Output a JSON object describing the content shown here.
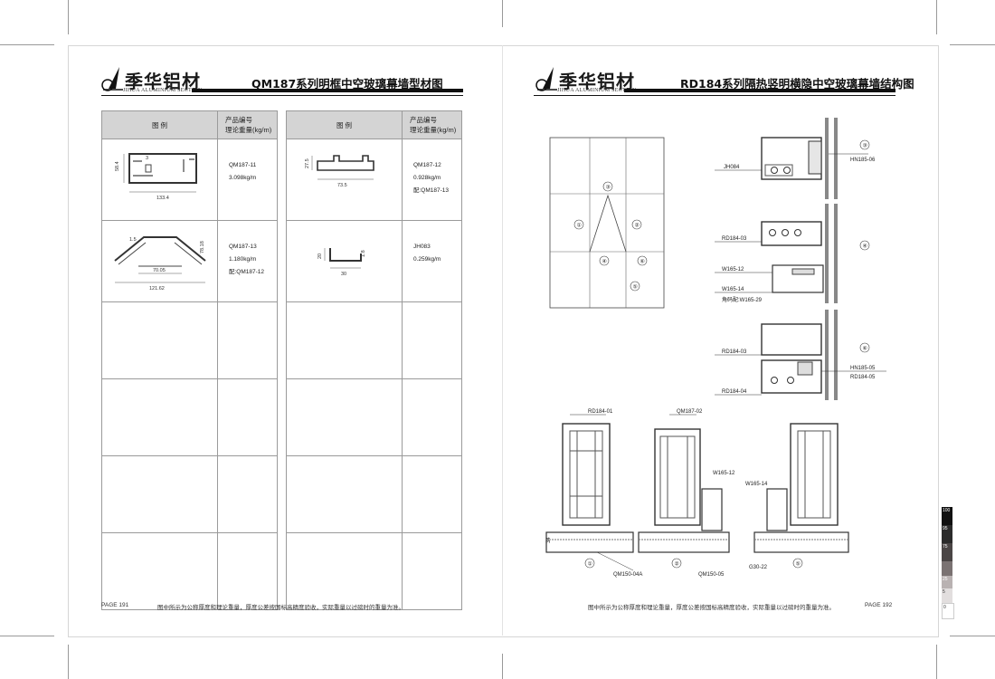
{
  "brand": {
    "name_cn": "季华铝材",
    "name_en": "JIHUA ALUMINIUM SECTION"
  },
  "left_page": {
    "title": "QM187系列明框中空玻璃幕墙型材图",
    "headers": {
      "legend": "图 例",
      "product_line1": "产品编号",
      "product_line2": "理论重量(kg/m)"
    },
    "left_column": [
      {
        "code": "QM187-11",
        "weight": "3.098kg/m",
        "note": "",
        "dims": [
          "58.4",
          "3",
          "133.4"
        ]
      },
      {
        "code": "QM187-13",
        "weight": "1.180kg/m",
        "note": "配:QM187-12",
        "dims": [
          "1.5",
          "78.18",
          "70.05",
          "121.62"
        ]
      }
    ],
    "right_column": [
      {
        "code": "QM187-12",
        "weight": "0.928kg/m",
        "note": "配:QM187-13",
        "dims": [
          "27.5",
          "73.5"
        ]
      },
      {
        "code": "JH083",
        "weight": "0.259kg/m",
        "note": "",
        "dims": [
          "20",
          "1.8",
          "30"
        ]
      }
    ],
    "page_number": "PAGE 191",
    "footnote": "图中所示为公称厚度和理论重量，厚度公差按国标高精度验收，实际重量以过磅时的重量为准。"
  },
  "right_page": {
    "title": "RD184系列隔热竖明横隐中空玻璃幕墙结构图",
    "elevation_labels": [
      "③",
      "①",
      "②",
      "④",
      "⑥",
      "⑤"
    ],
    "section_3": {
      "marker": "③",
      "labels": [
        "JH084",
        "HN185-06"
      ]
    },
    "section_4": {
      "marker": "④",
      "labels": [
        "RD184-03",
        "W165-12",
        "W165-14",
        "角码配:W165-29"
      ]
    },
    "section_6": {
      "marker": "⑥",
      "labels": [
        "RD184-03",
        "HN185-05",
        "RD184-05",
        "RD184-04"
      ]
    },
    "bottom_sections": [
      {
        "marker": "①",
        "top_label": "RD184-01",
        "bottom_label": "QM150-04A",
        "dim": "34"
      },
      {
        "marker": "②",
        "top_label": "QM187-02",
        "side_label": "W165-12",
        "bottom_label": "QM150-05"
      },
      {
        "marker": "⑤",
        "top_label": "W165-14",
        "bottom_label": "G30-22"
      }
    ],
    "page_number": "PAGE 192",
    "footnote": "图中所示为公称厚度和理论重量，厚度公差按国标高精度验收，实际重量以过磅时的重量为准。"
  },
  "color_bar": [
    "100",
    "95",
    "75",
    "25",
    "5",
    "0"
  ]
}
